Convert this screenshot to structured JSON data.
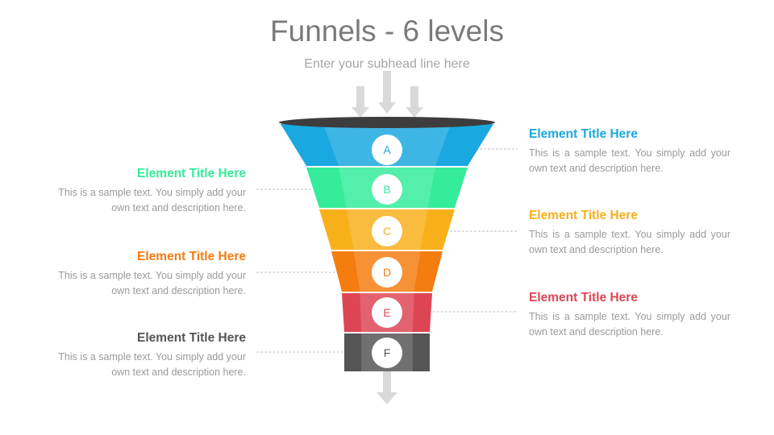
{
  "slide": {
    "title": "Funnels - 6 levels",
    "subhead": "Enter your subhead line here"
  },
  "levels": [
    {
      "letter": "A",
      "color": "#1aa8e0",
      "side": "right",
      "title": "Element Title Here",
      "text": "This is a sample text. You simply add your own text and description here."
    },
    {
      "letter": "B",
      "color": "#34ec9a",
      "side": "left",
      "title": "Element Title Here",
      "text": "This is a sample text. You simply add your own text and description here."
    },
    {
      "letter": "C",
      "color": "#f8b01a",
      "side": "right",
      "title": "Element Title Here",
      "text": "This is a sample text. You simply add your own text and description here."
    },
    {
      "letter": "D",
      "color": "#f57c0f",
      "side": "left",
      "title": "Element Title Here",
      "text": "This is a sample text. You simply add your own text and description here."
    },
    {
      "letter": "E",
      "color": "#de4554",
      "side": "right",
      "title": "Element Title Here",
      "text": "This is a sample text. You simply add your own text and description here."
    },
    {
      "letter": "F",
      "color": "#555555",
      "side": "left",
      "title": "Element Title Here",
      "text": "This is a sample text. You simply add your own text and description here."
    }
  ],
  "colors": {
    "rim": "#3d3d3d",
    "arrow": "#d9d9d9",
    "connector": "#bfbfbf"
  }
}
